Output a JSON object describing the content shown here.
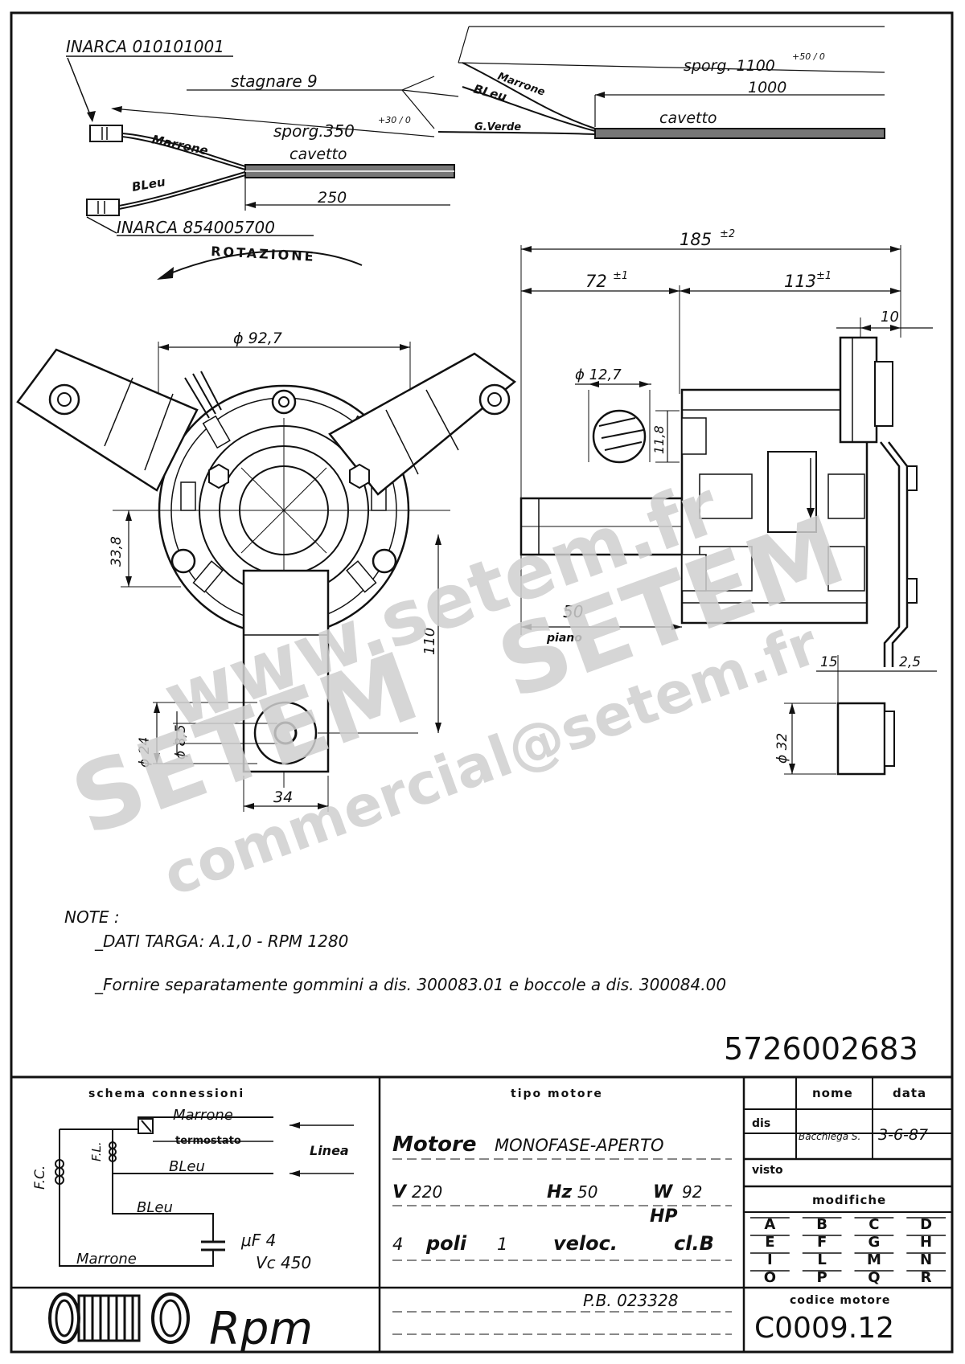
{
  "wiring": {
    "inarca_top": "INARCA 010101001",
    "stagnare": "stagnare  9",
    "sporg_left": "sporg.350",
    "sporg_left_tol": "+30 / 0",
    "marrone_left": "Marrone",
    "bleu_left": "BLeu",
    "cavetto_left": "cavetto",
    "dim_250": "250",
    "inarca_bottom": "INARCA 854005700",
    "marrone_right": "Marrone",
    "bleu_right": "BLeu",
    "gverde_right": "G.Verde",
    "sporg_right": "sporg. 1100",
    "sporg_right_tol": "+50 / 0",
    "dim_1000": "1000",
    "cavetto_right": "cavetto",
    "rotazione": "ROTAZIONE"
  },
  "dimensions": {
    "overall": "185",
    "overall_tol": "±2",
    "left_len": "72",
    "left_tol": "±1",
    "right_len": "113",
    "right_tol": "±1",
    "d10": "10",
    "phi_92_7": "ϕ 92,7",
    "phi_12_7": "ϕ 12,7",
    "d11_8": "11,8",
    "d33_8": "33,8",
    "d110": "110",
    "d50": "50",
    "piano": "piano",
    "d15": "15",
    "d2_5": "2,5",
    "phi_32": "ϕ 32",
    "phi_24": "ϕ 24",
    "phi_8_5": "ϕ 8,5",
    "d34": "34"
  },
  "watermark": {
    "site": "www.setem.fr",
    "brand": "SETEM",
    "email": "commercial@setem.fr"
  },
  "notes": {
    "heading": "NOTE :",
    "line1": "_DATI TARGA:  A.1,0    - RPM  1280",
    "line2": "_Fornire  separatamente  gommini  a dis. 300083.01   e  boccole  a  dis. 300084.00"
  },
  "part_number": "5726002683",
  "title_block": {
    "schema_title": "schema  connessioni",
    "schema": {
      "marrone_top": "Marrone",
      "termostato": "termostato",
      "linea": "Linea",
      "bleu_top": "BLeu",
      "bleu_bottom": "BLeu",
      "marrone_bottom": "Marrone",
      "fc": "F.C.",
      "fl": "F.L.",
      "uf": "μF 4",
      "vc": "Vc 450"
    },
    "tipo_title": "tipo  motore",
    "tipo": {
      "motore": "Motore",
      "monofase": "MONOFASE-APERTO",
      "v_label": "V",
      "v_value": "220",
      "hz_label": "Hz",
      "hz_value": "50",
      "w_label": "W",
      "w_value": "92",
      "hp": "HP",
      "poli_value": "4",
      "poli_label": "poli",
      "vel_value": "1",
      "vel_label": "veloc.",
      "cl_label": "cl.B",
      "pb": "P.B. 023328"
    },
    "nome_header": "nome",
    "data_header": "data",
    "dis_label": "dis",
    "dis_nome": "Bacchiega S.",
    "dis_data": "3-6-87",
    "visto_label": "visto",
    "modifiche_title": "modifiche",
    "modifiche_letters": [
      "A",
      "B",
      "C",
      "D",
      "E",
      "F",
      "G",
      "H",
      "I",
      "L",
      "M",
      "N",
      "O",
      "P",
      "Q",
      "R"
    ],
    "codice_title": "codice  motore",
    "codice_value": "C0009.12",
    "logo_text": "Rpm"
  }
}
